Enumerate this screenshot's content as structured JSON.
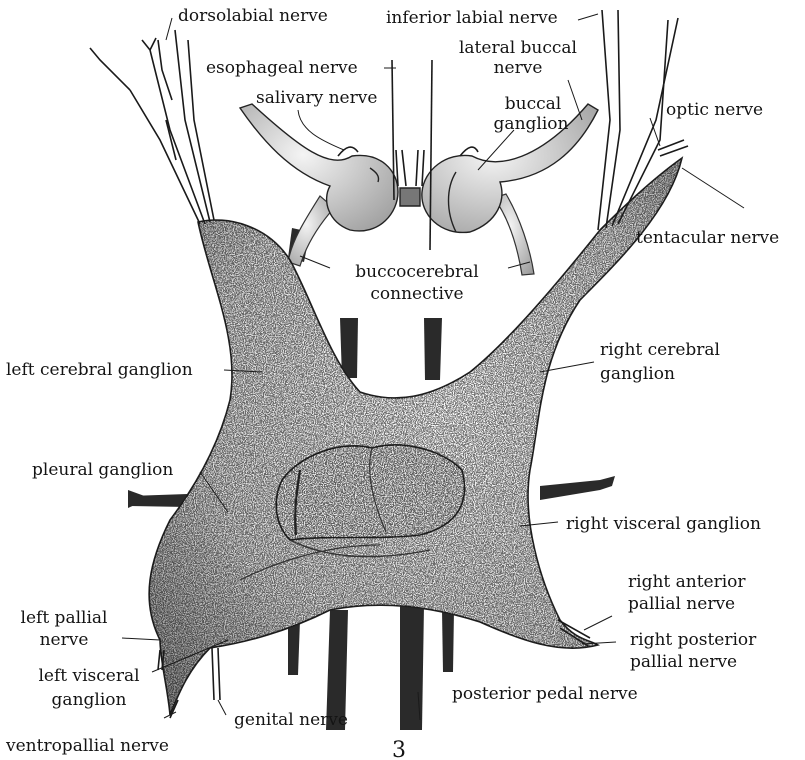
{
  "figure": {
    "number": "3",
    "labels": {
      "dorsolabial_nerve": "dorsolabial nerve",
      "inferior_labial_nerve": "inferior labial nerve",
      "esophageal_nerve": "esophageal nerve",
      "lateral_buccal_nerve_1": "lateral buccal",
      "lateral_buccal_nerve_2": "nerve",
      "salivary_nerve": "salivary nerve",
      "buccal_ganglion_1": "buccal",
      "buccal_ganglion_2": "ganglion",
      "optic_nerve": "optic nerve",
      "tentacular_nerve": "tentacular nerve",
      "buccocerebral_connective_1": "buccocerebral",
      "buccocerebral_connective_2": "connective",
      "left_cerebral_ganglion": "left cerebral ganglion",
      "right_cerebral_ganglion_1": "right cerebral",
      "right_cerebral_ganglion_2": "ganglion",
      "pleural_ganglion": "pleural ganglion",
      "right_visceral_ganglion": "right visceral ganglion",
      "right_anterior_pallial_nerve_1": "right anterior",
      "right_anterior_pallial_nerve_2": "pallial nerve",
      "left_pallial_nerve_1": "left pallial",
      "left_pallial_nerve_2": "nerve",
      "right_posterior_pallial_nerve_1": "right posterior",
      "right_posterior_pallial_nerve_2": "pallial nerve",
      "left_visceral_ganglion_1": "left visceral",
      "left_visceral_ganglion_2": "ganglion",
      "posterior_pedal_nerve": "posterior pedal nerve",
      "genital_nerve": "genital nerve",
      "ventropallial_nerve": "ventropallial nerve"
    }
  }
}
